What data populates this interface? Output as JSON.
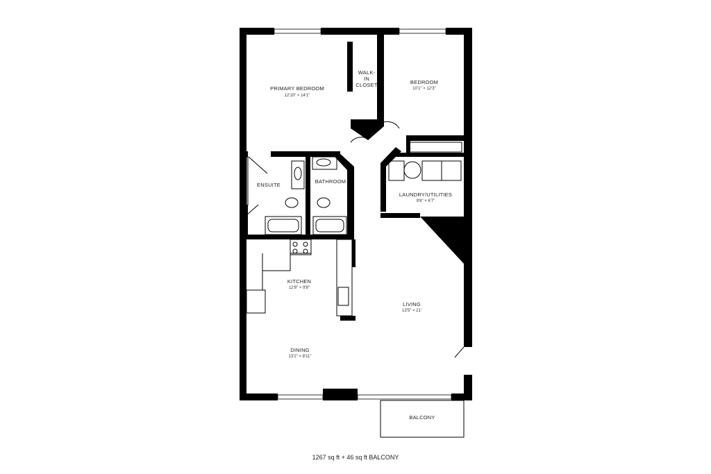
{
  "rooms": {
    "primary_bedroom": {
      "name": "PRIMARY BEDROOM",
      "dims": "12'10\" × 14'1\""
    },
    "walk_in_closet": {
      "name_line1": "WALK-",
      "name_line2": "IN",
      "name_line3": "CLOSET"
    },
    "bedroom": {
      "name": "BEDROOM",
      "dims": "10'1\" × 12'3\""
    },
    "ensuite": {
      "name": "ENSUITE"
    },
    "bathroom": {
      "name": "BATHROOM"
    },
    "laundry": {
      "name": "LAUNDRY/UTILITIES",
      "dims": "9'8\" × 6'7\""
    },
    "kitchen": {
      "name": "KITCHEN",
      "dims": "12'8\" × 9'8\""
    },
    "living": {
      "name": "LIVING",
      "dims": "13'5\" × 21'"
    },
    "dining": {
      "name": "DINING",
      "dims": "13'2\" × 8'11\""
    },
    "balcony": {
      "name": "BALCONY"
    }
  },
  "footer": {
    "area": "1267 sq ft + 46 sq ft BALCONY"
  }
}
